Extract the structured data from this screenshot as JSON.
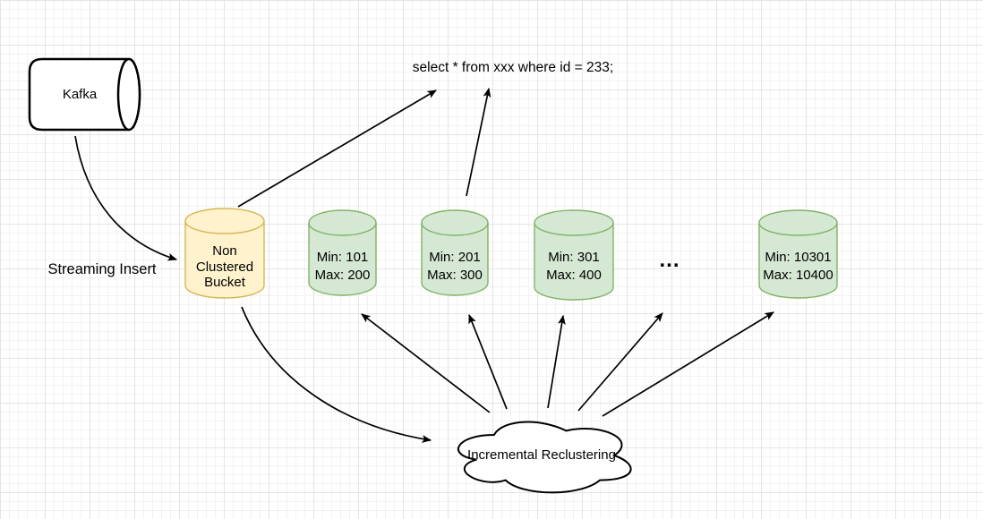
{
  "diagram": {
    "nodes": {
      "kafka": {
        "label": "Kafka"
      },
      "non_clustered_bucket": {
        "label": "Non Clustered Bucket"
      },
      "clustered_buckets": [
        {
          "min": "Min: 101",
          "max": "Max: 200"
        },
        {
          "min": "Min: 201",
          "max": "Max: 300"
        },
        {
          "min": "Min: 301",
          "max": "Max: 400"
        },
        {
          "min": "Min: 10301",
          "max": "Max: 10400"
        }
      ],
      "ellipsis": "...",
      "cloud": {
        "label": "Incremental Reclustering"
      }
    },
    "edge_labels": {
      "streaming_insert": "Streaming Insert"
    },
    "annotations": {
      "query": "select * from xxx where id = 233;"
    },
    "colors": {
      "canvas_bg": "#ffffff",
      "grid_minor": "#f2f2f2",
      "grid_major": "#e4e4e4",
      "edge_stroke": "#000000",
      "white_fill": "#ffffff",
      "yellow_fill": "#fff2cc",
      "yellow_stroke": "#d6b656",
      "green_fill": "#d5e8d4",
      "green_stroke": "#82b366",
      "text_color": "#000000"
    }
  }
}
